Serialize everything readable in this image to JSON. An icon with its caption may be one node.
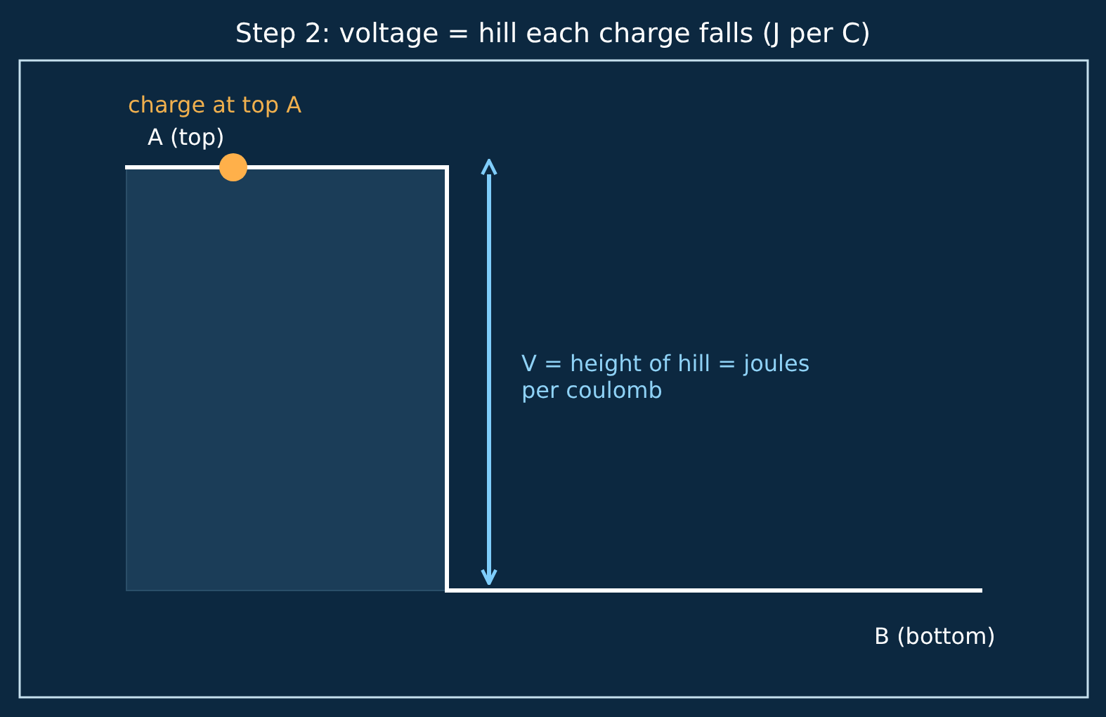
{
  "diagram": {
    "title": "Step 2: voltage = hill each charge falls (J per C)",
    "labels": [
      "charge at top A",
      "A (top)",
      "V = height of hill = joules per coulomb",
      "B (bottom)"
    ]
  }
}
